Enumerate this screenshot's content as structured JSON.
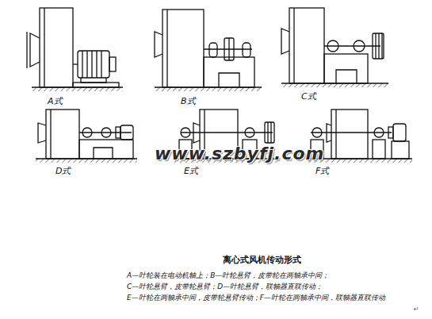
{
  "diagram": {
    "caption": "离心式风机传动形式",
    "labels": [
      "A式",
      "B式",
      "C式",
      "D式",
      "E式",
      "F式",
      "www.szbyfj.com",
      "A—叶轮装在电动机轴上；B—叶轮悬臂，皮带轮在两轴承中间；",
      "C—叶轮悬臂，皮带轮悬臂；D—叶轮悬臂，联轴器直联传动；",
      "E—叶轮在两轴承中间，皮带轮悬臂传动；F—叶轮在两轴承中间，联轴器直联传动",
      "↵"
    ]
  }
}
